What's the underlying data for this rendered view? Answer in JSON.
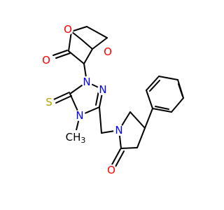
{
  "colors": {
    "bond": "#000000",
    "oxygen": "#ff0000",
    "nitrogen": "#0000ff",
    "sulfur": "#b8a000",
    "carbon_label": "#000000",
    "background": "#ffffff"
  },
  "atom_labels": {
    "o_bridge": "O",
    "o_ring": "O",
    "o_ketone": "O",
    "s_thione": "S",
    "n1": "N",
    "n2": "N",
    "n4": "N",
    "n_pyrrolidinone": "N",
    "o_lactam": "O",
    "methyl": "CH3"
  },
  "methyl_label": {
    "main": "CH",
    "subscript": "3"
  }
}
